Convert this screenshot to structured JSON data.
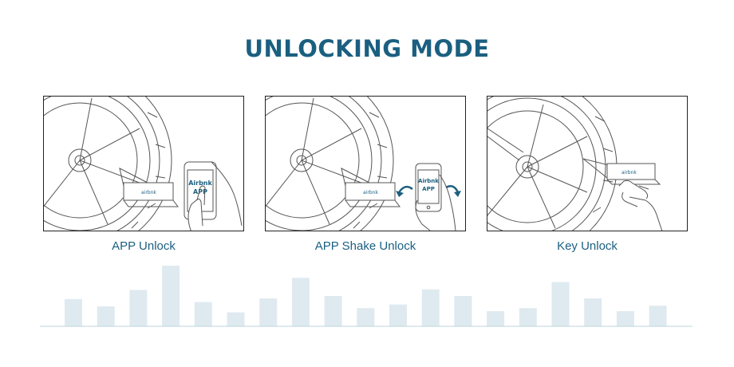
{
  "title": "UNLOCKING MODE",
  "accent_color": "#1b5f80",
  "panels": [
    {
      "caption": "APP Unlock",
      "phone_text_1": "Airbnk",
      "phone_text_2": "APP",
      "icon": "phone-tap-icon"
    },
    {
      "caption": "APP Shake Unlock",
      "phone_text_1": "Airbnk",
      "phone_text_2": "APP",
      "icon": "phone-shake-icon"
    },
    {
      "caption": "Key Unlock",
      "icon": "key-hand-icon"
    }
  ],
  "decor_bar_levels": [
    0.45,
    0.33,
    0.6,
    1.0,
    0.4,
    0.23,
    0.46,
    0.8,
    0.5,
    0.3,
    0.36,
    0.61,
    0.5,
    0.25,
    0.3,
    0.73,
    0.46,
    0.25,
    0.34
  ]
}
